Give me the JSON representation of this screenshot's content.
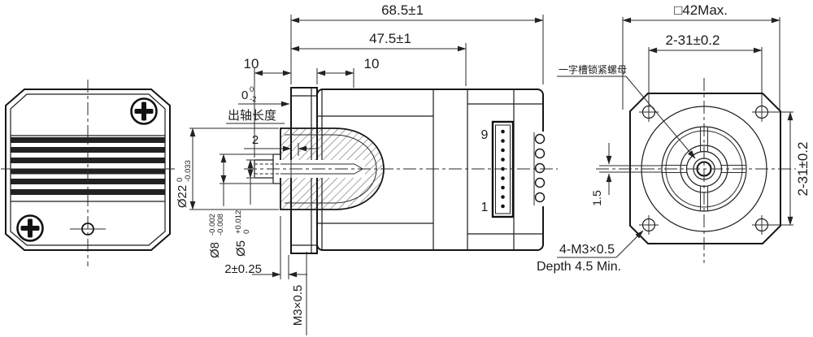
{
  "colors": {
    "background": "#ffffff",
    "line": "#161616",
    "dimension": "#2a2a2a",
    "pin_label": "#3a5b7d"
  },
  "middle_view": {
    "dim_overall": "68.5±1",
    "dim_front": "47.5±1",
    "dim_shaft_ext": "10",
    "dim_pilot": "10",
    "dim_face": {
      "main": "0",
      "sup": "0",
      "sub": "-2"
    },
    "shaft_length_label": "出轴长度",
    "dim_collar": "2",
    "dia22": {
      "main": "Ø22",
      "sup": "0",
      "sub": "-0.033"
    },
    "dia8": {
      "main": "Ø8",
      "sup": "-0.002",
      "sub": "-0.008"
    },
    "dia5": {
      "main": "Ø5",
      "sup": "+0.012",
      "sub": "0"
    },
    "dim_tip": "2±0.25",
    "thread": "M3×0.5",
    "pin_top": "9",
    "pin_bottom": "1"
  },
  "right_view": {
    "dim_square": "□42Max.",
    "dim_holes_h": "2-31±0.2",
    "dim_holes_v": "2-31±0.2",
    "nut_label": "一字槽锁紧螺母",
    "dim_slot": "1.5",
    "mount_label": "4-M3×0.5",
    "depth_label": "Depth 4.5 Min."
  }
}
